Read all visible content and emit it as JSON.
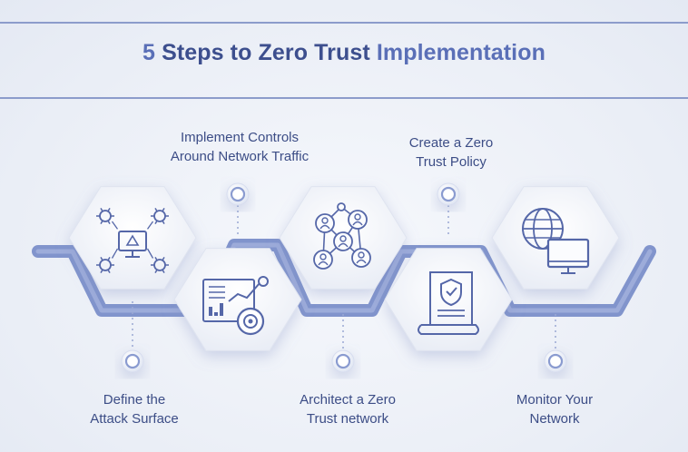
{
  "title": {
    "number": "5",
    "middle": "Steps to Zero Trust",
    "end": "Implementation"
  },
  "steps": [
    {
      "line1": "Define the",
      "line2": "Attack Surface",
      "icon": "network-security-icon"
    },
    {
      "line1": "Implement Controls",
      "line2": "Around Network Traffic",
      "icon": "analytics-dashboard-icon"
    },
    {
      "line1": "Architect a Zero",
      "line2": "Trust network",
      "icon": "connected-users-icon"
    },
    {
      "line1": "Create a Zero",
      "line2": "Trust Policy",
      "icon": "policy-document-icon"
    },
    {
      "line1": "Monitor Your",
      "line2": "Network",
      "icon": "globe-monitor-icon"
    }
  ],
  "colors": {
    "accent": "#5a6fb7",
    "dark": "#3d4f8e",
    "band": "#7d8fc8",
    "icon": "#5567a8"
  }
}
